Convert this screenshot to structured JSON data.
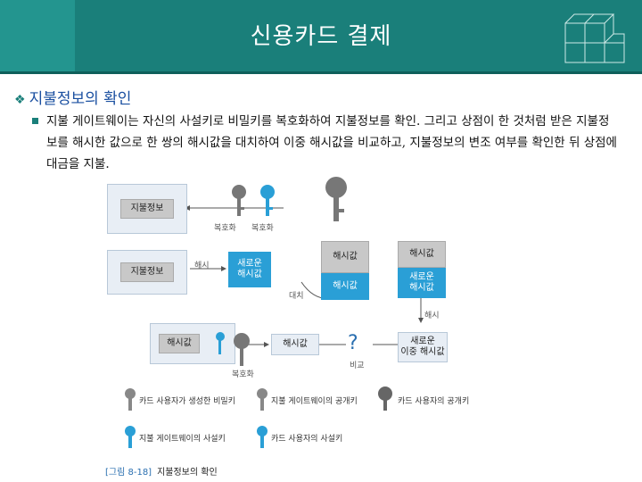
{
  "title": "신용카드 결제",
  "section": {
    "bullet": "❖",
    "heading": "지불정보의 확인"
  },
  "paragraph": "지불 게이트웨이는 자신의 사설키로 비밀키를 복호화하여 지불정보를 확인. 그리고 상점이 한 것처럼 받은 지불정보를 해시한 값으로 한 쌍의 해시값을 대치하여 이중 해시값을 비교하고, 지불정보의 변조 여부를 확인한 뒤 상점에 대금을 지불.",
  "diagram": {
    "top_box": "지불정보",
    "decrypt_1": "복호화",
    "decrypt_2": "복호화",
    "mid_box": "지불정보",
    "hash_label": "해시",
    "new_hash": "새로운\n해시값",
    "hash_val_top": "해시값",
    "hash_val_bottom": "해시값",
    "right_hash_top": "해시값",
    "right_new_hash": "새로운\n해시값",
    "replace_label": "대치",
    "hash_down_label": "해시",
    "bottom_hash": "해시값",
    "decrypt_bottom": "복호화",
    "bottom_hash2": "해시값",
    "question": "?",
    "compare_label": "비교",
    "bottom_new_dual": "새로운\n이중 해시값"
  },
  "legend": {
    "item1": "카드 사용자가 생성한 비밀키",
    "item2": "지불 게이트웨이의 공개키",
    "item3": "카드 사용자의 공개키",
    "item4": "지불 게이트웨이의 사설키",
    "item5": "카드 사용자의 사설키"
  },
  "caption": {
    "fig_no": "[그림 8-18]",
    "text": "지불정보의 확인"
  },
  "colors": {
    "header": "#1a7f7a",
    "key_blue": "#2a9fd6",
    "key_gray": "#777777"
  }
}
